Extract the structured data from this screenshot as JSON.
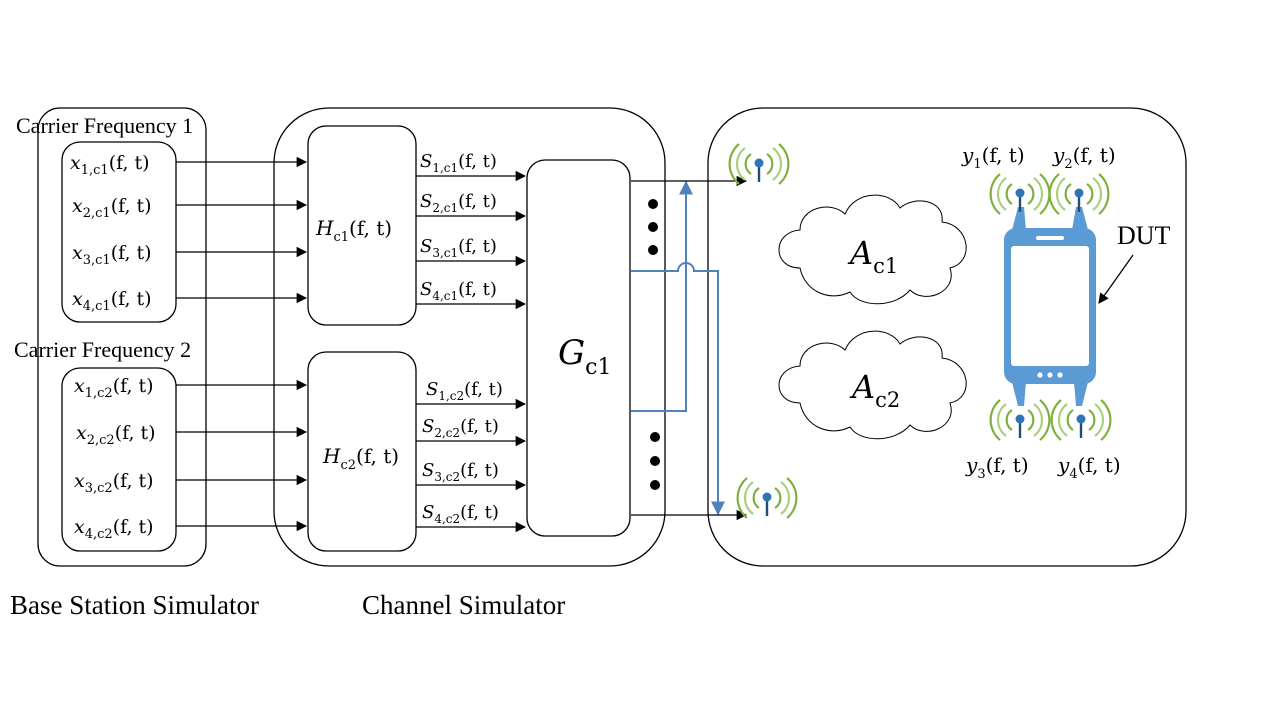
{
  "colors": {
    "line": "#000000",
    "blue_path": "#4f81bd",
    "antenna_wave": "#7fb03f",
    "antenna_head": "#2e75b6",
    "phone_body": "#5b9bd5",
    "phone_screen": "#ffffff"
  },
  "sections": {
    "base_station": "Base Station Simulator",
    "channel": "Channel Simulator"
  },
  "carriers": [
    {
      "label": "Carrier Frequency 1",
      "inputs": [
        "x_{1,c1}(f,t)",
        "x_{2,c1}(f,t)",
        "x_{3,c1}(f,t)",
        "x_{4,c1}(f,t)"
      ],
      "h_block": "H_{c1}(f,t)",
      "outputs": [
        "S_{1,c1}(f,t)",
        "S_{2,c1}(f,t)",
        "S_{3,c1}(f,t)",
        "S_{4,c1}(f,t)"
      ]
    },
    {
      "label": "Carrier Frequency 2",
      "inputs": [
        "x_{1,c2}(f,t)",
        "x_{2,c2}(f,t)",
        "x_{3,c2}(f,t)",
        "x_{4,c2}(f,t)"
      ],
      "h_block": "H_{c2}(f,t)",
      "outputs": [
        "S_{1,c2}(f,t)",
        "S_{2,c2}(f,t)",
        "S_{3,c2}(f,t)",
        "S_{4,c2}(f,t)"
      ]
    }
  ],
  "g_block": "G_{c1}",
  "clouds": [
    "A_{c1}",
    "A_{c2}"
  ],
  "device": {
    "label": "DUT",
    "rx": [
      "y_1(f,t)",
      "y_2(f,t)",
      "y_3(f,t)",
      "y_4(f,t)"
    ]
  },
  "icons": {
    "antenna": "antenna-icon",
    "phone": "phone-icon",
    "cloud": "cloud-icon"
  }
}
